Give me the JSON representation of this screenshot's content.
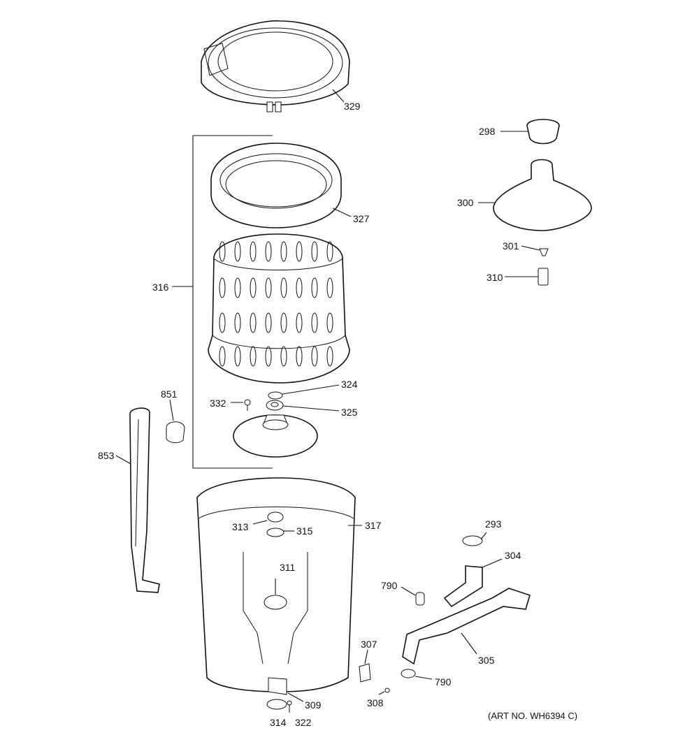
{
  "callouts": {
    "p329": "329",
    "p298": "298",
    "p300": "300",
    "p301": "301",
    "p310": "310",
    "p327": "327",
    "p316": "316",
    "p324": "324",
    "p325": "325",
    "p332": "332",
    "p851": "851",
    "p853": "853",
    "p313": "313",
    "p315": "315",
    "p317": "317",
    "p311": "311",
    "p293": "293",
    "p304": "304",
    "p790a": "790",
    "p790b": "790",
    "p305": "305",
    "p307": "307",
    "p308": "308",
    "p309": "309",
    "p314": "314",
    "p322": "322"
  },
  "art_number": "(ART NO. WH6394 C)"
}
